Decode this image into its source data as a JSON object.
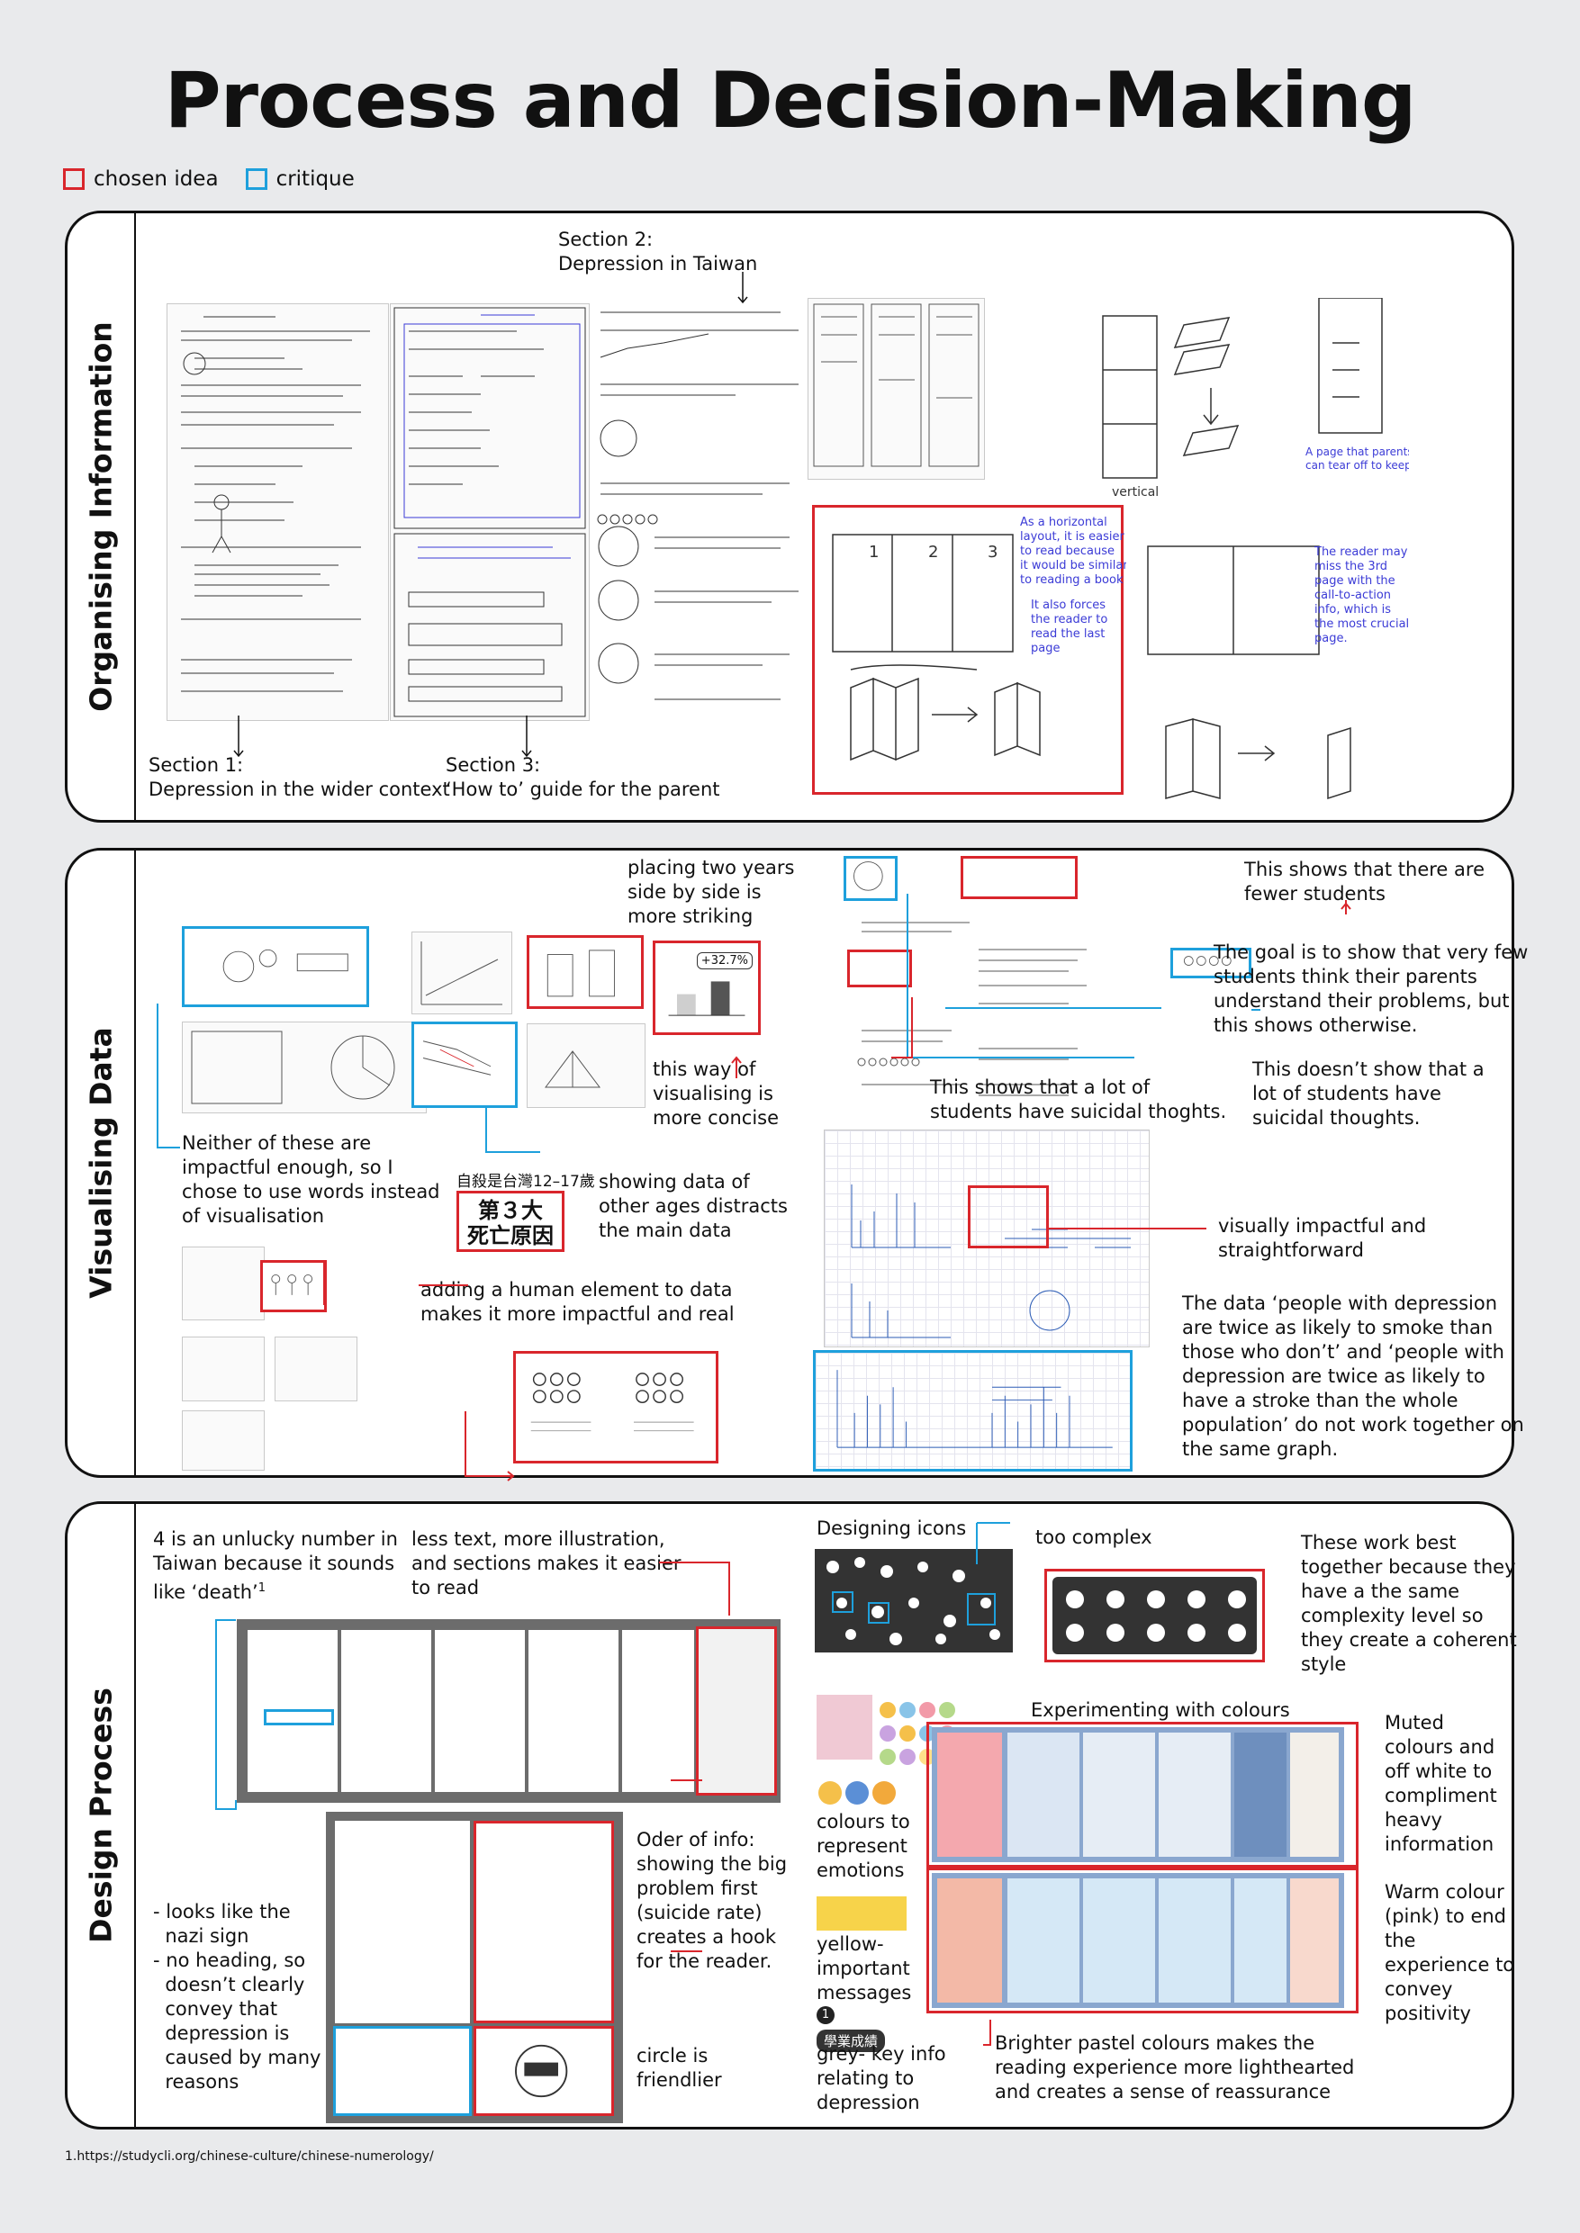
{
  "title": "Process and Decision-Making",
  "legend": {
    "chosen": "chosen idea",
    "critique": "critique"
  },
  "sections": {
    "organising": "Organising Information",
    "visualising": "Visualising Data",
    "design": "Design Process"
  },
  "org": {
    "sec2": "Section 2:\nDepression in Taiwan",
    "sec1": "Section 1:\nDepression in the wider context",
    "sec3": "Section 3:\n‘How to’ guide for the parent"
  },
  "vis": {
    "placing": "placing two years\nside by side is\nmore striking",
    "concise": "this way of\nvisualising is\nmore concise",
    "neither": "Neither of these are\nimpactful enough, so I\nchose to use words instead\nof visualisation",
    "other_ages": "showing data of\nother ages distracts\nthe main data",
    "human": "adding a human element to data\nmakes it more impactful and real",
    "fewer": "This shows that there are\nfewer students",
    "goal": "The goal is to show that very few\nstudents think their parents\nunderstand their problems, but\nthis shows otherwise.",
    "not_show": "This doesn’t show that a\nlot of students have\nsuicidal thoughts.",
    "shows_lot": "This shows that a lot of\nstudents have suicidal thoghts.",
    "impactful": "visually impactful and\nstraightforward",
    "smoke": "The data ‘people with depression\nare twice as likely to smoke than\nthose who don’t’ and ‘people with\ndepression are twice as likely to\nhave a stroke than the whole\npopulation’ do not work together on\nthe same graph.",
    "badge_pct": "+32.7%",
    "cn_top": "自殺是台灣12–17歲",
    "cn_big": "第３大\n死亡原因"
  },
  "des": {
    "unlucky": "4 is an unlucky number in\nTaiwan because it sounds\nlike ‘death’",
    "fn_mark": "1",
    "less_text": "less text, more illustration,\nand sections makes it easier\nto read",
    "nazi": "- looks like the\n  nazi sign\n- no heading, so\n  doesn’t clearly\n  convey that\n  depression is\n  caused by many\n  reasons",
    "order": "Oder of info:\nshowing the big\nproblem first\n(suicide rate)\ncreates a hook\nfor the reader.",
    "circle": "circle is\nfriendlier",
    "icons": "Designing icons",
    "complex": "too complex",
    "work_best": "These work best\ntogether because they\nhave a the same\ncomplexity level so\nthey create a coherent\nstyle",
    "colours": "Experimenting with colours",
    "emotions": "colours to\nrepresent\nemotions",
    "yellow": "yellow-\nimportant\nmessages",
    "grey_info": "grey- key info\nrelating to\ndepression",
    "muted": "Muted\ncolours and\noff white to\ncompliment\nheavy\ninformation",
    "warm": "Warm colour\n(pink) to end\nthe\nexperience to\nconvey\npositivity",
    "brighter": "Brighter pastel colours makes the\nreading experience more lighthearted\nand creates a sense of reassurance",
    "grade_tag": "學業成績",
    "grade_num": "1"
  },
  "footnote": "1.https://studycli.org/chinese-culture/chinese-numerology/"
}
